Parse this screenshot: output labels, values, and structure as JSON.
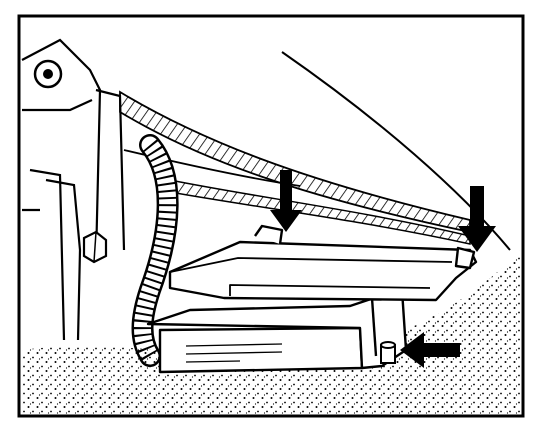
{
  "illustration": {
    "frame_color": "#000000",
    "background_color": "#ffffff",
    "line_color": "#000000",
    "callout_arrow_count": 3,
    "callout_arrows": [
      {
        "direction": "down",
        "points_to": "module-top-left-fastener"
      },
      {
        "direction": "down",
        "points_to": "module-top-right-fastener"
      },
      {
        "direction": "left",
        "points_to": "module-bracket-bolt"
      }
    ]
  }
}
